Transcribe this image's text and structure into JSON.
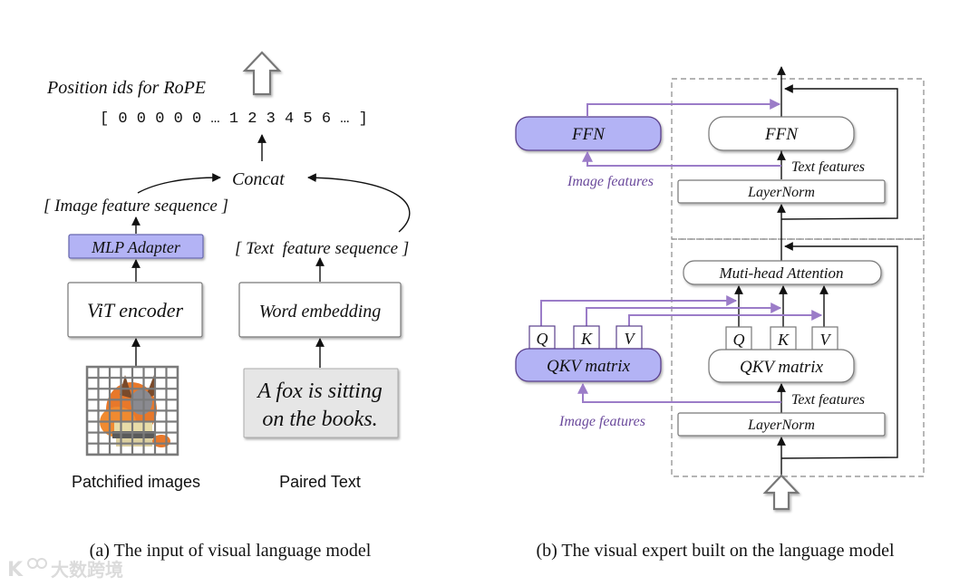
{
  "left_panel": {
    "position_label": "Position ids for RoPE",
    "position_ids": "[ 0 0 0 0 0 … 1 2 3 4 5 6 … ]",
    "concat_label": "Concat",
    "image_seq_label": "[ Image feature sequence ]",
    "text_seq_label": "[ Text  feature sequence ]",
    "mlp_adapter": "MLP Adapter",
    "vit_encoder": "ViT encoder",
    "word_embedding": "Word embedding",
    "paired_text_line1": "A fox is sitting",
    "paired_text_line2": "on the books.",
    "patch_caption": "Patchified images",
    "text_caption": "Paired Text",
    "caption": "(a) The input of visual language model"
  },
  "right_panel": {
    "ffn_visual": "FFN",
    "ffn_text": "FFN",
    "text_features_top": "Text features",
    "image_features_top": "Image features",
    "layernorm_top": "LayerNorm",
    "attention": "Muti-head Attention",
    "qkv_visual": "QKV matrix",
    "qkv_text": "QKV matrix",
    "q": "Q",
    "k": "K",
    "v": "V",
    "text_features_bottom": "Text features",
    "image_features_bottom": "Image features",
    "layernorm_bottom": "LayerNorm",
    "caption": "(b) The visual expert built on the language model"
  },
  "colors": {
    "visual_expert_fill": "#b3b3f5",
    "visual_expert_stroke": "#5a3f8c",
    "image_feature_line": "#9b7cc8",
    "image_feature_text": "#6b4a9c"
  },
  "watermark": "大数跨境"
}
